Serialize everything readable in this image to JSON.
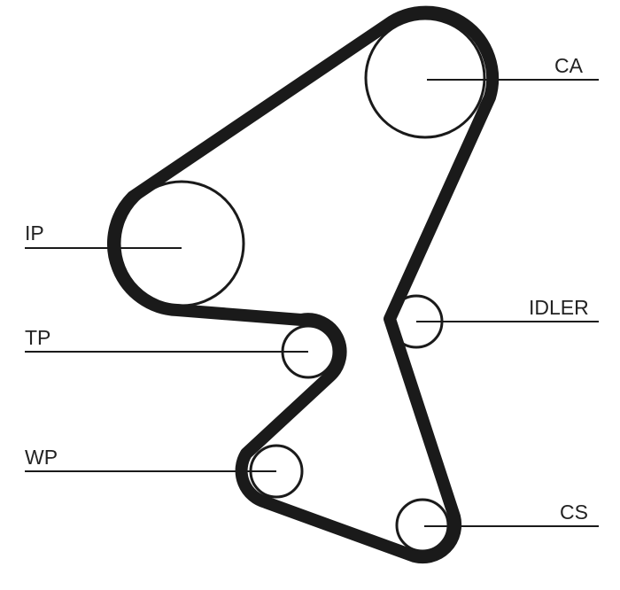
{
  "labels": {
    "ca": "CA",
    "ip": "IP",
    "idler": "IDLER",
    "tp": "TP",
    "wp": "WP",
    "cs": "CS"
  },
  "colors": {
    "ink": "#1a1a1a"
  }
}
